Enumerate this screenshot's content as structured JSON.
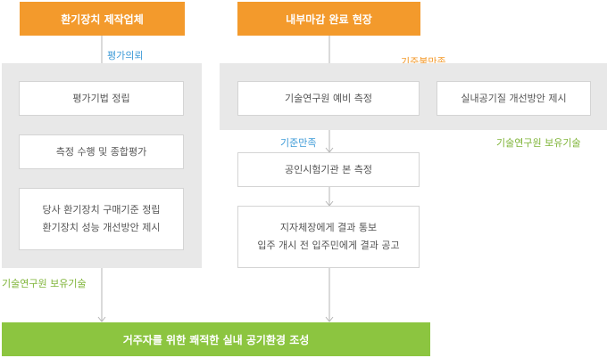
{
  "left_flow": {
    "top_box": "환기장치 제작업체",
    "request_label": "평가의뢰",
    "steps": [
      "평가기법 정립",
      "측정 수행 및 종합평가"
    ],
    "final_step": {
      "line1": "당사 환기장치 구매기준 정립",
      "line2": "환기장치 성능 개선방안 제시"
    },
    "tech_label": "기술연구원 보유기술"
  },
  "right_flow": {
    "top_box": "내부마감 완료 현장",
    "fail_label": "기준불만족",
    "measure_box": "기술연구원 예비 측정",
    "improve_box": "실내공기질 개선방안 제시",
    "tech_label": "기술연구원 보유기술",
    "pass_label": "기준만족",
    "official_box": "공인시험기관 본 측정",
    "notify_box": {
      "line1": "지자체장에게 결과 통보",
      "line2": "입주 개시 전 입주민에게 결과 공고"
    }
  },
  "result_bar": "거주자를 위한 쾌적한 실내 공기환경 조성"
}
